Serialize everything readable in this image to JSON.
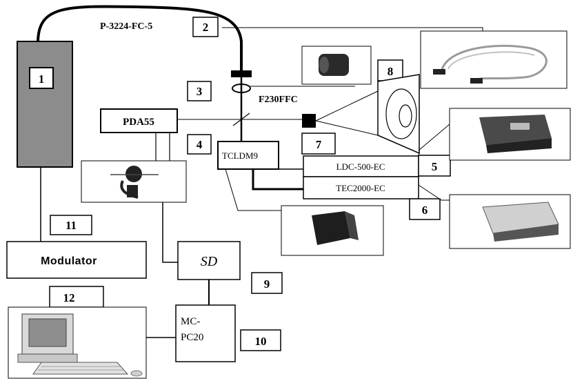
{
  "labels": {
    "fiber_model": "P-3224-FC-5",
    "collimator_model": "F230FFC",
    "detector": "PDA55",
    "laser_mount": "TCLDM9",
    "laser_driver": "LDC-500-EC",
    "temp_controller": "TEC2000-EC",
    "modulator": "Modulator",
    "scope": "SD",
    "interface_line1": "MC-",
    "interface_line2": "PC20"
  },
  "numbers": {
    "n1": "1",
    "n2": "2",
    "n3": "3",
    "n4": "4",
    "n5": "5",
    "n6": "6",
    "n7": "7",
    "n8": "8",
    "n9": "9",
    "n10": "10",
    "n11": "11",
    "n12": "12"
  },
  "colors": {
    "line": "#000000",
    "laser_body": "#8c8c8c",
    "panel": "#ffffff"
  }
}
